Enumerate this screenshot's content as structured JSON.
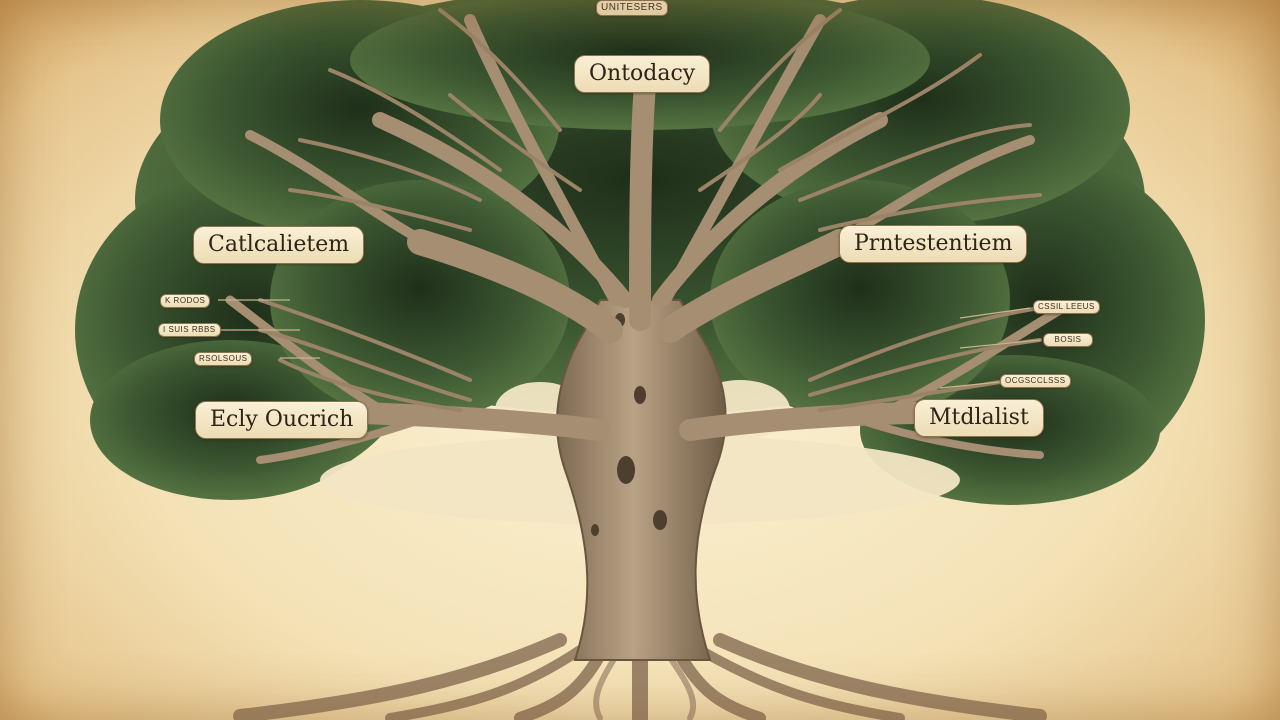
{
  "labels": {
    "top": "UNITESERS",
    "orthodoxy": "Ontodacy",
    "catholicism": "Catlcalietem",
    "protestantism": "Prntestentiem",
    "early_church": "Ecly Oucrich",
    "mid_right": "Mtdlalist",
    "small_1": "K RODOS",
    "small_2": "I SUIS RBBS",
    "small_3": "RSOLSOUS",
    "small_4": "CSSIL LEEUS",
    "small_5": "BOSIS",
    "small_6": "OCGSCCLSSS"
  },
  "colors": {
    "parchment": "#f4e2b6",
    "foliage": "#3e5a32",
    "bark": "#a58e72",
    "label_bg": "#f3e6c6"
  }
}
